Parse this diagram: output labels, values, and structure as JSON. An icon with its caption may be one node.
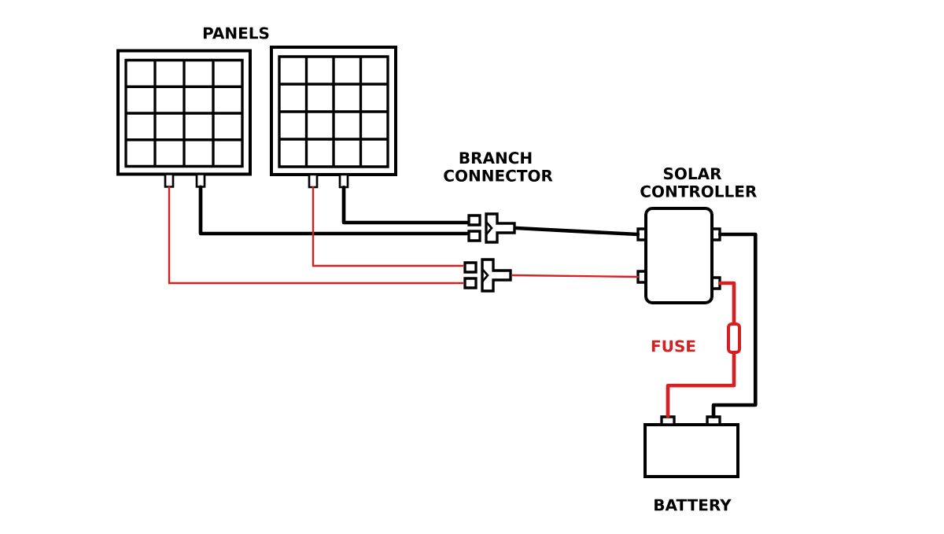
{
  "diagram": {
    "nodes": [
      {
        "text": [],
        "shape": "picture"
      },
      {
        "text": [],
        "shape": "picture"
      },
      {
        "text": [
          "BRANCH CONNECTOR"
        ]
      },
      {
        "text": [],
        "shape": "picture"
      },
      {
        "text": [
          "SOLAR CONTROLLER"
        ]
      },
      {
        "text": [],
        "shape": "box",
        "beside": [
          "FUSE"
        ]
      },
      {
        "text": [
          "BATTERY"
        ]
      }
    ],
    "edges": [
      {
        "from": 0,
        "to": 2,
        "arrow": "none",
        "color": "#000000"
      },
      {
        "from": 1,
        "to": 2,
        "arrow": "none",
        "color": "#000000"
      },
      {
        "from": 2,
        "to": 4,
        "arrow": "none",
        "color": "#000000"
      },
      {
        "from": 0,
        "to": 3,
        "arrow": "none",
        "color": "#d42020"
      },
      {
        "from": 1,
        "to": 3,
        "arrow": "none",
        "color": "#d42020"
      },
      {
        "from": 3,
        "to": 4,
        "arrow": "none",
        "color": "#d42020"
      },
      {
        "from": 4,
        "to": 5,
        "arrow": "none",
        "color": "#d42020"
      },
      {
        "from": 5,
        "to": 6,
        "arrow": "none",
        "color": "#d42020"
      },
      {
        "from": 4,
        "to": 6,
        "arrow": "none",
        "color": "#000000"
      }
    ],
    "labels": [
      "PANELS"
    ]
  }
}
